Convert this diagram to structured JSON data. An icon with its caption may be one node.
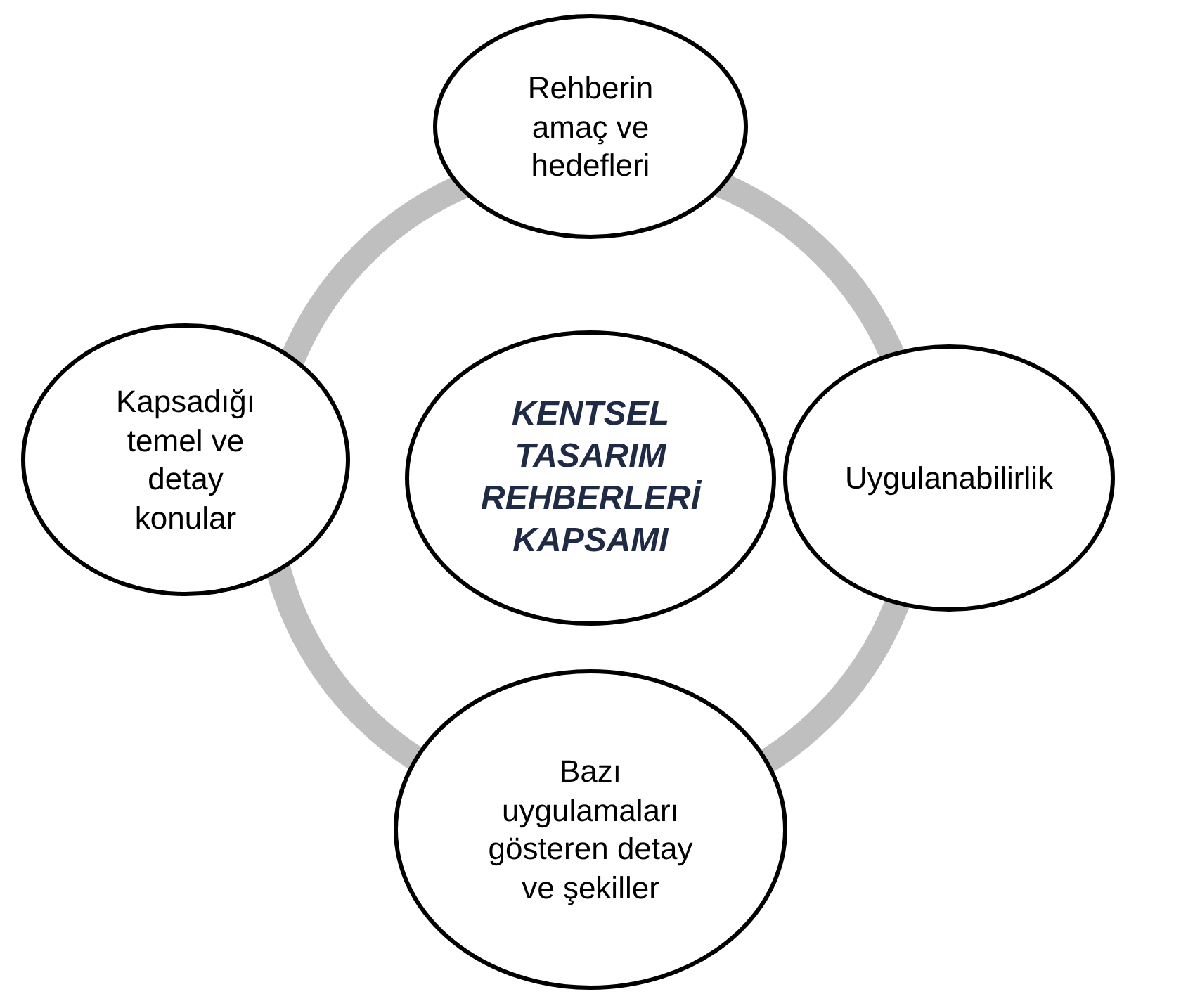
{
  "diagram": {
    "nodes": [
      {
        "text": [
          "Rehberin amaç ve hedefleri"
        ]
      },
      {
        "text": [
          "Kapsadığı temel ve detay konular"
        ]
      },
      {
        "text": [
          "KENTSEL TASARIM REHBERLERİ KAPSAMI"
        ]
      },
      {
        "text": [
          "Uygulanabilirlik"
        ]
      },
      {
        "text": [
          "Bazı uygulamaları gösteren detay ve şekiller"
        ]
      }
    ]
  }
}
